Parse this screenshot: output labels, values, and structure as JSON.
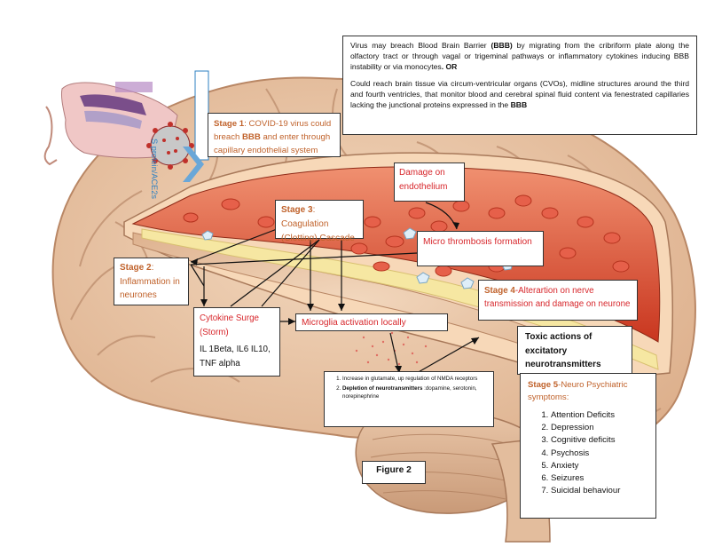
{
  "info": {
    "p1_a": "Virus may breach Blood Brain Barrier ",
    "p1_b": "(BBB)",
    "p1_c": " by migrating from the cribriform plate along the olfactory tract or through vagal or trigeminal pathways or inflammatory cytokines inducing BBB instability or via monocytes",
    "p1_d": ". OR",
    "p2_a": "Could reach brain tissue via circum-ventricular organs (CVOs), midline structures around the third and fourth ventricles, that monitor blood and cerebral spinal fluid content via fenestrated capillaries lacking the junctional proteins expressed in the ",
    "p2_b": "BBB"
  },
  "protein_label": "S protein/ACE2s",
  "stage1": {
    "title": "Stage 1",
    "text_a": ": COVID-19 virus could breach ",
    "text_b": "BBB",
    "text_c": " and enter through capillary endothelial system"
  },
  "damage": {
    "text": "Damage on endothelium"
  },
  "stage3": {
    "title": "Stage 3",
    "text": ": Coagulation (Clotting) Cascade"
  },
  "stage2": {
    "title": "Stage 2",
    "text": ": Inflammation in neurones"
  },
  "micro_thrombosis": "Micro thrombosis formation",
  "stage4": {
    "title": "Stage 4",
    "text": "-Alterartion on nerve transmission and damage on neurone"
  },
  "cytokine": {
    "title": "Cytokine Surge (Storm)",
    "list": "IL 1Beta, IL6 IL10, TNF alpha"
  },
  "microglia": "Microglia activation locally",
  "toxic": "Toxic actions of excitatory neurotransmitters",
  "neuro": {
    "item1": "Increase in glutamate, up regulation of NMDA receptors",
    "item2_bold": "Depletion of neurotransmitters",
    "item2_rest": " :dopamine, serotonin, norepinephrine"
  },
  "stage5": {
    "title": "Stage 5",
    "subtitle": "-Neuro Psychiatric symptoms:",
    "items": [
      "Attention Deficits",
      "Depression",
      "Cognitive deficits",
      "Psychosis",
      "Anxiety",
      "Seizures",
      "Suicidal behaviour"
    ]
  },
  "figure_label": "Figure 2",
  "colors": {
    "orange_text": "#c0622b",
    "red_text": "#d7262b",
    "brain_tan": "#e8c6a6",
    "vessel_red": "#d9452b",
    "vessel_cream": "#f6e7a2",
    "protein_blue": "#2b7fc2"
  }
}
